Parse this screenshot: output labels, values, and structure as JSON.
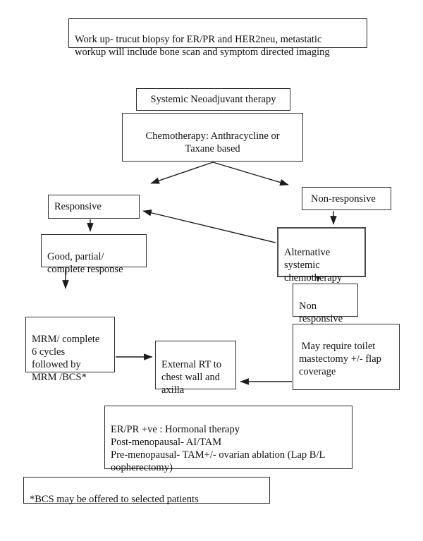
{
  "flowchart": {
    "colors": {
      "background": "#ffffff",
      "border": "#2e2e2e",
      "text": "#111111",
      "arrow": "#1c1c1c"
    },
    "nodes": {
      "workup": {
        "text": "Work up- trucut biopsy for ER/PR and HER2neu, metastatic\nworkup will include bone scan and symptom directed imaging"
      },
      "systemic": {
        "text": "Systemic Neoadjuvant therapy"
      },
      "chemo": {
        "text": "Chemotherapy: Anthracycline or\nTaxane based"
      },
      "responsive": {
        "text": "Responsive"
      },
      "non_responsive": {
        "text": "Non-responsive"
      },
      "good_response": {
        "text": "Good, partial/\ncomplete response"
      },
      "alt_chemo": {
        "text": "Alternative\nsystemic\nchemotherapy"
      },
      "non_responsive_2": {
        "text": "Non\nresponsive"
      },
      "mrm": {
        "text": "MRM/ complete\n6 cycles\nfollowed by\nMRM /BCS*"
      },
      "external_rt": {
        "text": "External RT to\nchest wall and\naxilla"
      },
      "toilet_mastectomy": {
        "text": " May require toilet\nmastectomy +/- flap\ncoverage"
      },
      "hormonal": {
        "text": "ER/PR +ve : Hormonal therapy\nPost-menopausal- AI/TAM\nPre-menopausal- TAM+/- ovarian ablation (Lap B/L\noopherectomy)"
      },
      "footnote": {
        "text": "*BCS may be offered to selected patients"
      }
    },
    "edges": [
      {
        "from": "chemo",
        "to": "responsive"
      },
      {
        "from": "chemo",
        "to": "non_responsive"
      },
      {
        "from": "non_responsive",
        "to": "alt_chemo"
      },
      {
        "from": "responsive",
        "to": "good_response"
      },
      {
        "from": "good_response",
        "to": "mrm"
      },
      {
        "from": "alt_chemo",
        "to": "responsive"
      },
      {
        "from": "alt_chemo",
        "to": "non_responsive_2"
      },
      {
        "from": "mrm",
        "to": "external_rt"
      },
      {
        "from": "toilet_mastectomy",
        "to": "external_rt"
      }
    ]
  }
}
